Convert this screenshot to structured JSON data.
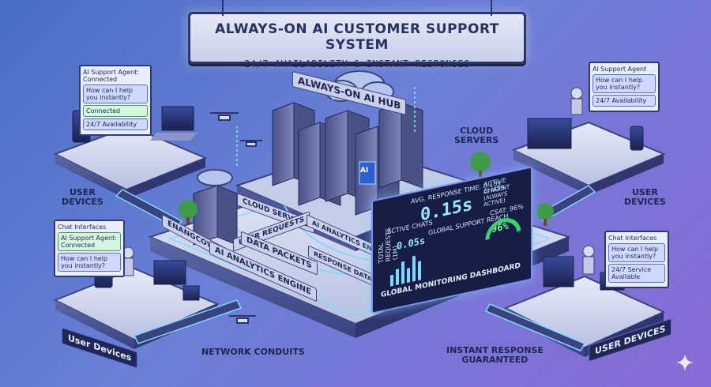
{
  "title": "ALWAYS-ON AI CUSTOMER SUPPORT SYSTEM",
  "subtitle": "24/7 AVAILABILITY & INSTANT RESPONSES",
  "hub": {
    "label": "ALWAYS-ON AI HUB",
    "server_badge": "AI"
  },
  "labels": {
    "cloud_servers": "CLOUD\nSERVERS",
    "user_devices_left": "USER\nDEVICES",
    "user_devices_right": "USER\nDEVICES",
    "user_devices_bottom_left": "User Devices",
    "user_devices_bottom_right": "USER DEVICES",
    "network_conduits": "NETWORK CONDUITS",
    "instant_response": "INSTANT RESPONSE\nGUARANTEED",
    "cloud_servers_plate": "CLOUD SERVERS",
    "user_requests": "USER REQUESTS",
    "enandcovers": "ENANGCOVERS",
    "data_packets": "DATA PACKETS",
    "ai_analytics_engine_left": "AI ANALYTICS ENGINE",
    "ai_analytics_engine_right": "AI ANALYTICS ENGINE",
    "response_data": "RESPONSE DATA",
    "dashboard_title": "GLOBAL MONITORING DASHBOARD"
  },
  "dashboard": {
    "total_requests_label": "TOTAL REQUESTS (1M)",
    "avg_response_label": "AVG. RESPONSE TIME: 0.15s",
    "avg_response_value": "0.15s",
    "active_chats_label": "ACTIVE CHATS:",
    "active_chats_sub": "AI AGENT\n(ALWAYS ACTIVE)",
    "active_label": "ACTIVE CHATS",
    "active_value": "0.05s",
    "global_reach_label": "GLOBAL SUPPORT REACH",
    "csat_label": "CSAT: 96%",
    "csat_value": "96%",
    "csat_percent": 96
  },
  "chats": {
    "top_left": {
      "header": "AI Support Agent: Connected",
      "line1": "How can I help you instantly?",
      "line2": "Connected",
      "line3": "24/7 Availability"
    },
    "top_right": {
      "header": "AI Support Agent",
      "line1": "How can I help you instantly?",
      "line2": "24/7 Availability"
    },
    "bottom_left": {
      "header": "Chat Interfaces",
      "line0": "AI Support Agent: Connected",
      "line1": "How can I help you instantly?"
    },
    "bottom_right": {
      "header": "Chat Interfaces",
      "line1": "How can I help you instantly?",
      "line2": "24/7 Service Available"
    }
  },
  "colors": {
    "bg_start": "#4a6fc4",
    "bg_end": "#8a6ad6",
    "panel_dark": "#1f2757",
    "glow": "#7fd8ff",
    "accent_green": "#3ad36b"
  }
}
